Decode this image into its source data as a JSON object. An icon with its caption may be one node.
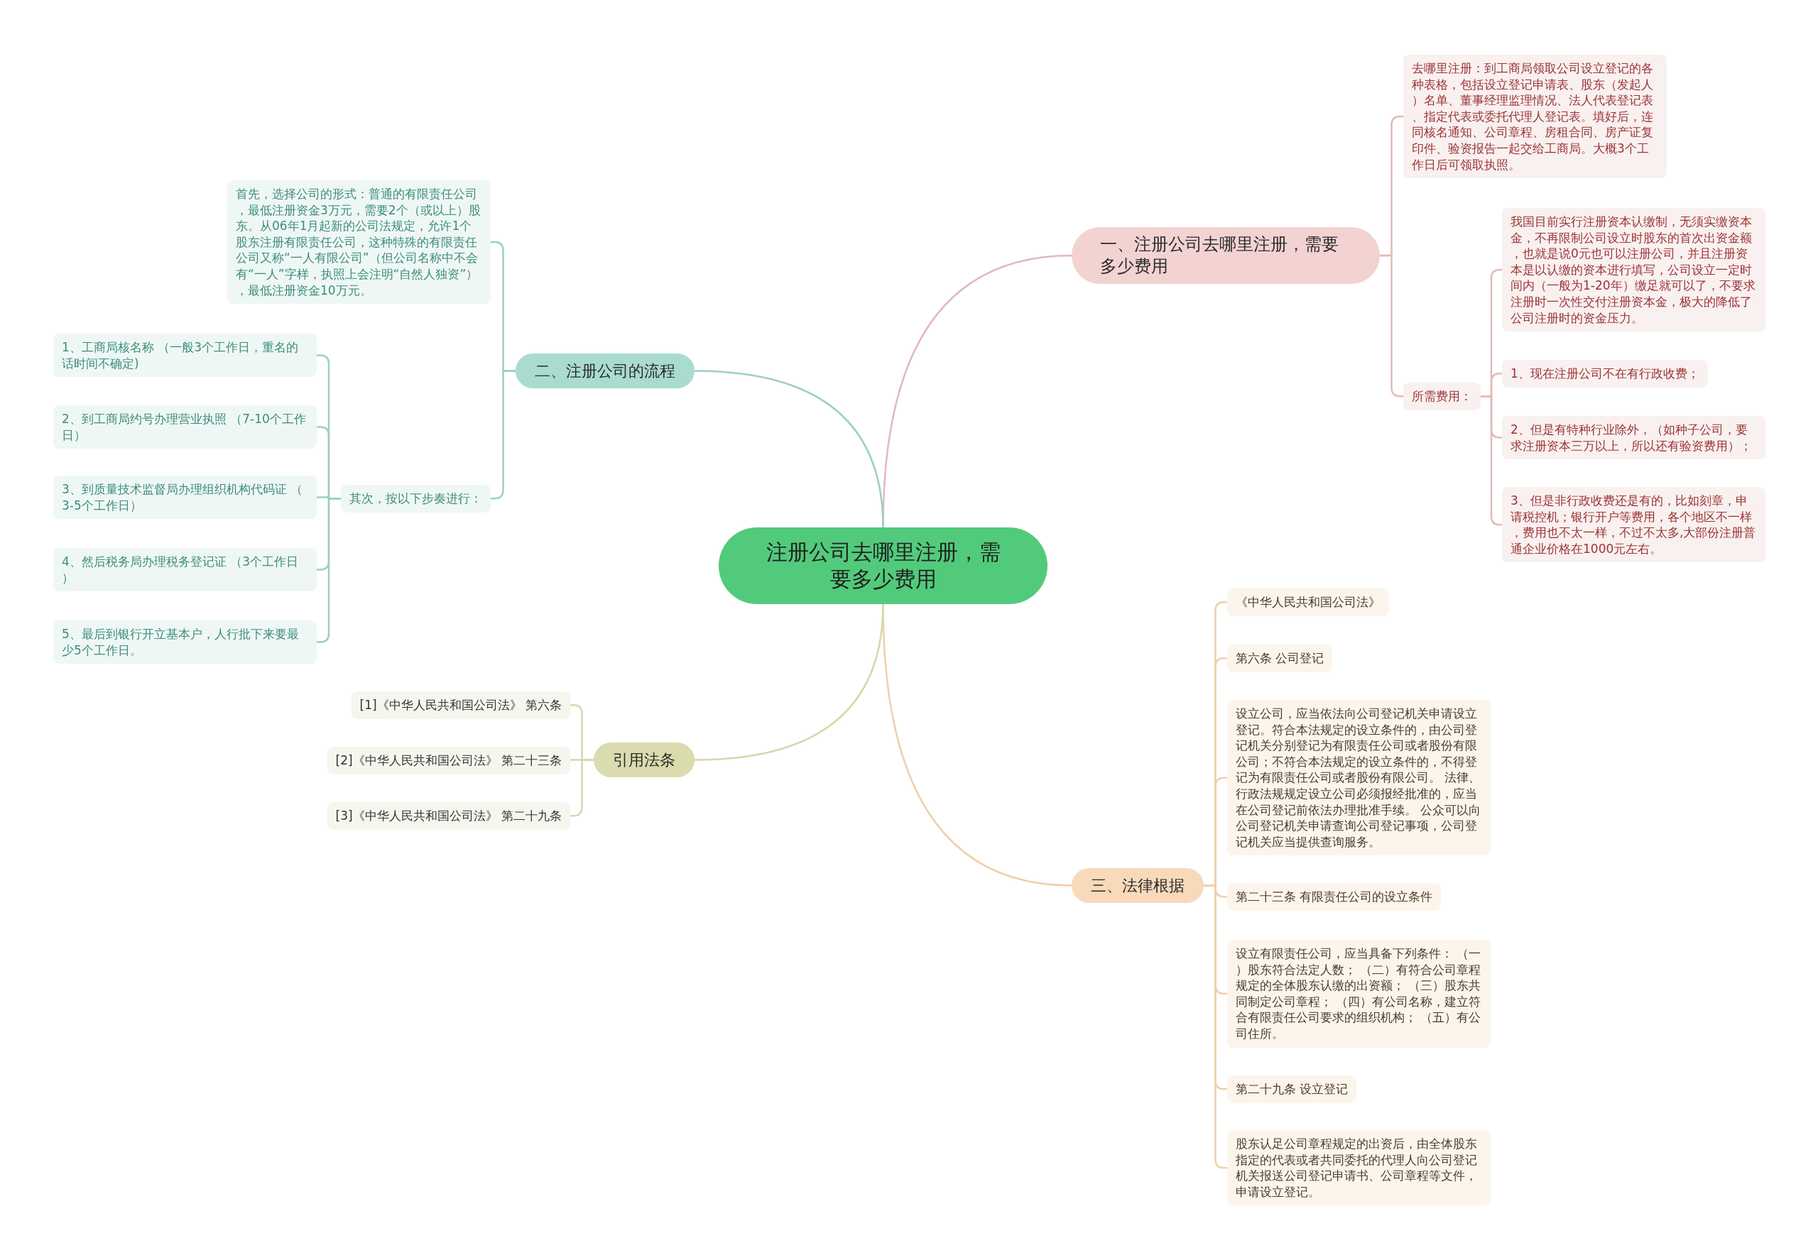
{
  "diagram": {
    "nodes": [
      {
        "text": [
          "注册公司去哪里注册，需要多少费用"
        ]
      },
      {
        "text": [
          "一、注册公司去哪里注册，需要多少费用"
        ]
      },
      {
        "text": [
          "去哪里注册：到工商局领取公司设立登记的各种表格，包括设立登记申请表、股东（发起人）名单、董事经理监理情况、法人代表登记表、指定代表或委托代理人登记表。填好后，连同核名通知、公司章程、房租合同、房产证复印件、验资报告一起交给工商局。大概3个工作日后可领取执照。"
        ]
      },
      {
        "text": [
          "所需费用："
        ]
      },
      {
        "text": [
          "我国目前实行注册资本认缴制，无须实缴资本金，不再限制公司设立时股东的首次出资金额，也就是说0元也可以注册公司，并且注册资本是以认缴的资本进行填写，公司设立一定时间内（一般为1-20年）缴足就可以了，不要求注册时一次性交付注册资本金，极大的降低了公司注册时的资金压力。"
        ]
      },
      {
        "text": [
          "1、现在注册公司不在有行政收费；"
        ]
      },
      {
        "text": [
          "2、但是有特种行业除外，（如种子公司，要求注册资本三万以上，所以还有验资费用）；"
        ]
      },
      {
        "text": [
          "3、但是非行政收费还是有的，比如刻章，申请税控机；银行开户等费用，各个地区不一样，费用也不太一样，不过不太多,大部份注册普通企业价格在1000元左右。"
        ]
      },
      {
        "text": [
          "二、注册公司的流程"
        ]
      },
      {
        "text": [
          "首先，选择公司的形式：普通的有限责任公司，最低注册资金3万元，需要2个（或以上）股东。从06年1月起新的公司法规定，允许1个股东注册有限责任公司，这种特殊的有限责任公司又称“一人有限公司”（但公司名称中不会有“一人”字样，执照上会注明“自然人独资”），最低注册资金10万元。"
        ]
      },
      {
        "text": [
          "其次，按以下步奏进行："
        ]
      },
      {
        "text": [
          "1、工商局核名称 （一般3个工作日，重名的话时间不确定)"
        ]
      },
      {
        "text": [
          "2、到工商局约号办理营业执照 （7-10个工作日）"
        ]
      },
      {
        "text": [
          "3、到质量技术监督局办理组织机构代码证 （3-5个工作日）"
        ]
      },
      {
        "text": [
          "4、然后税务局办理税务登记证 （3个工作日）"
        ]
      },
      {
        "text": [
          "5、最后到银行开立基本户，人行批下来要最少5个工作日。"
        ]
      },
      {
        "text": [
          "三、法律根据"
        ]
      },
      {
        "text": [
          "《中华人民共和国公司法》"
        ]
      },
      {
        "text": [
          "第六条 公司登记"
        ]
      },
      {
        "text": [
          "设立公司，应当依法向公司登记机关申请设立登记。符合本法规定的设立条件的，由公司登记机关分别登记为有限责任公司或者股份有限公司；不符合本法规定的设立条件的，不得登记为有限责任公司或者股份有限公司。 法律、行政法规规定设立公司必须报经批准的，应当在公司登记前依法办理批准手续。 公众可以向公司登记机关申请查询公司登记事项，公司登记机关应当提供查询服务。"
        ]
      },
      {
        "text": [
          "第二十三条 有限责任公司的设立条件"
        ]
      },
      {
        "text": [
          "设立有限责任公司，应当具备下列条件： （一）股东符合法定人数； （二）有符合公司章程规定的全体股东认缴的出资额； （三）股东共同制定公司章程； （四）有公司名称，建立符合有限责任公司要求的组织机构； （五）有公司住所。"
        ]
      },
      {
        "text": [
          "第二十九条 设立登记"
        ]
      },
      {
        "text": [
          "股东认足公司章程规定的出资后，由全体股东指定的代表或者共同委托的代理人向公司登记机关报送公司登记申请书、公司章程等文件，申请设立登记。"
        ]
      },
      {
        "text": [
          "引用法条"
        ]
      },
      {
        "text": [
          "[1]《中华人民共和国公司法》 第六条"
        ]
      },
      {
        "text": [
          "[2]《中华人民共和国公司法》 第二十三条"
        ]
      },
      {
        "text": [
          "[3]《中华人民共和国公司法》 第二十九条"
        ]
      }
    ],
    "edges": [
      {
        "from": 0,
        "to": 1,
        "arrow": "none",
        "color": "#e3b9b9"
      },
      {
        "from": 1,
        "to": 2,
        "arrow": "none",
        "color": "#e3b9b9"
      },
      {
        "from": 1,
        "to": 3,
        "arrow": "none",
        "color": "#e3b9b9"
      },
      {
        "from": 3,
        "to": 4,
        "arrow": "none",
        "color": "#e3b9b9"
      },
      {
        "from": 3,
        "to": 5,
        "arrow": "none",
        "color": "#e3b9b9"
      },
      {
        "from": 3,
        "to": 6,
        "arrow": "none",
        "color": "#e3b9b9"
      },
      {
        "from": 3,
        "to": 7,
        "arrow": "none",
        "color": "#e3b9b9"
      },
      {
        "from": 0,
        "to": 8,
        "arrow": "none",
        "color": "#9ccfc4"
      },
      {
        "from": 8,
        "to": 9,
        "arrow": "none",
        "color": "#9ccfc4"
      },
      {
        "from": 8,
        "to": 10,
        "arrow": "none",
        "color": "#9ccfc4"
      },
      {
        "from": 10,
        "to": 11,
        "arrow": "none",
        "color": "#9ccfc4"
      },
      {
        "from": 10,
        "to": 12,
        "arrow": "none",
        "color": "#9ccfc4"
      },
      {
        "from": 10,
        "to": 13,
        "arrow": "none",
        "color": "#9ccfc4"
      },
      {
        "from": 10,
        "to": 14,
        "arrow": "none",
        "color": "#9ccfc4"
      },
      {
        "from": 10,
        "to": 15,
        "arrow": "none",
        "color": "#9ccfc4"
      },
      {
        "from": 0,
        "to": 16,
        "arrow": "none",
        "color": "#f1cfa9"
      },
      {
        "from": 16,
        "to": 17,
        "arrow": "none",
        "color": "#f1cfa9"
      },
      {
        "from": 16,
        "to": 18,
        "arrow": "none",
        "color": "#f1cfa9"
      },
      {
        "from": 16,
        "to": 19,
        "arrow": "none",
        "color": "#f1cfa9"
      },
      {
        "from": 16,
        "to": 20,
        "arrow": "none",
        "color": "#f1cfa9"
      },
      {
        "from": 16,
        "to": 21,
        "arrow": "none",
        "color": "#f1cfa9"
      },
      {
        "from": 16,
        "to": 22,
        "arrow": "none",
        "color": "#f1cfa9"
      },
      {
        "from": 16,
        "to": 23,
        "arrow": "none",
        "color": "#f1cfa9"
      },
      {
        "from": 0,
        "to": 24,
        "arrow": "none",
        "color": "#d5d8ab"
      },
      {
        "from": 24,
        "to": 25,
        "arrow": "none",
        "color": "#d5d8ab"
      },
      {
        "from": 24,
        "to": 26,
        "arrow": "none",
        "color": "#d5d8ab"
      },
      {
        "from": 24,
        "to": 27,
        "arrow": "none",
        "color": "#d5d8ab"
      }
    ]
  }
}
